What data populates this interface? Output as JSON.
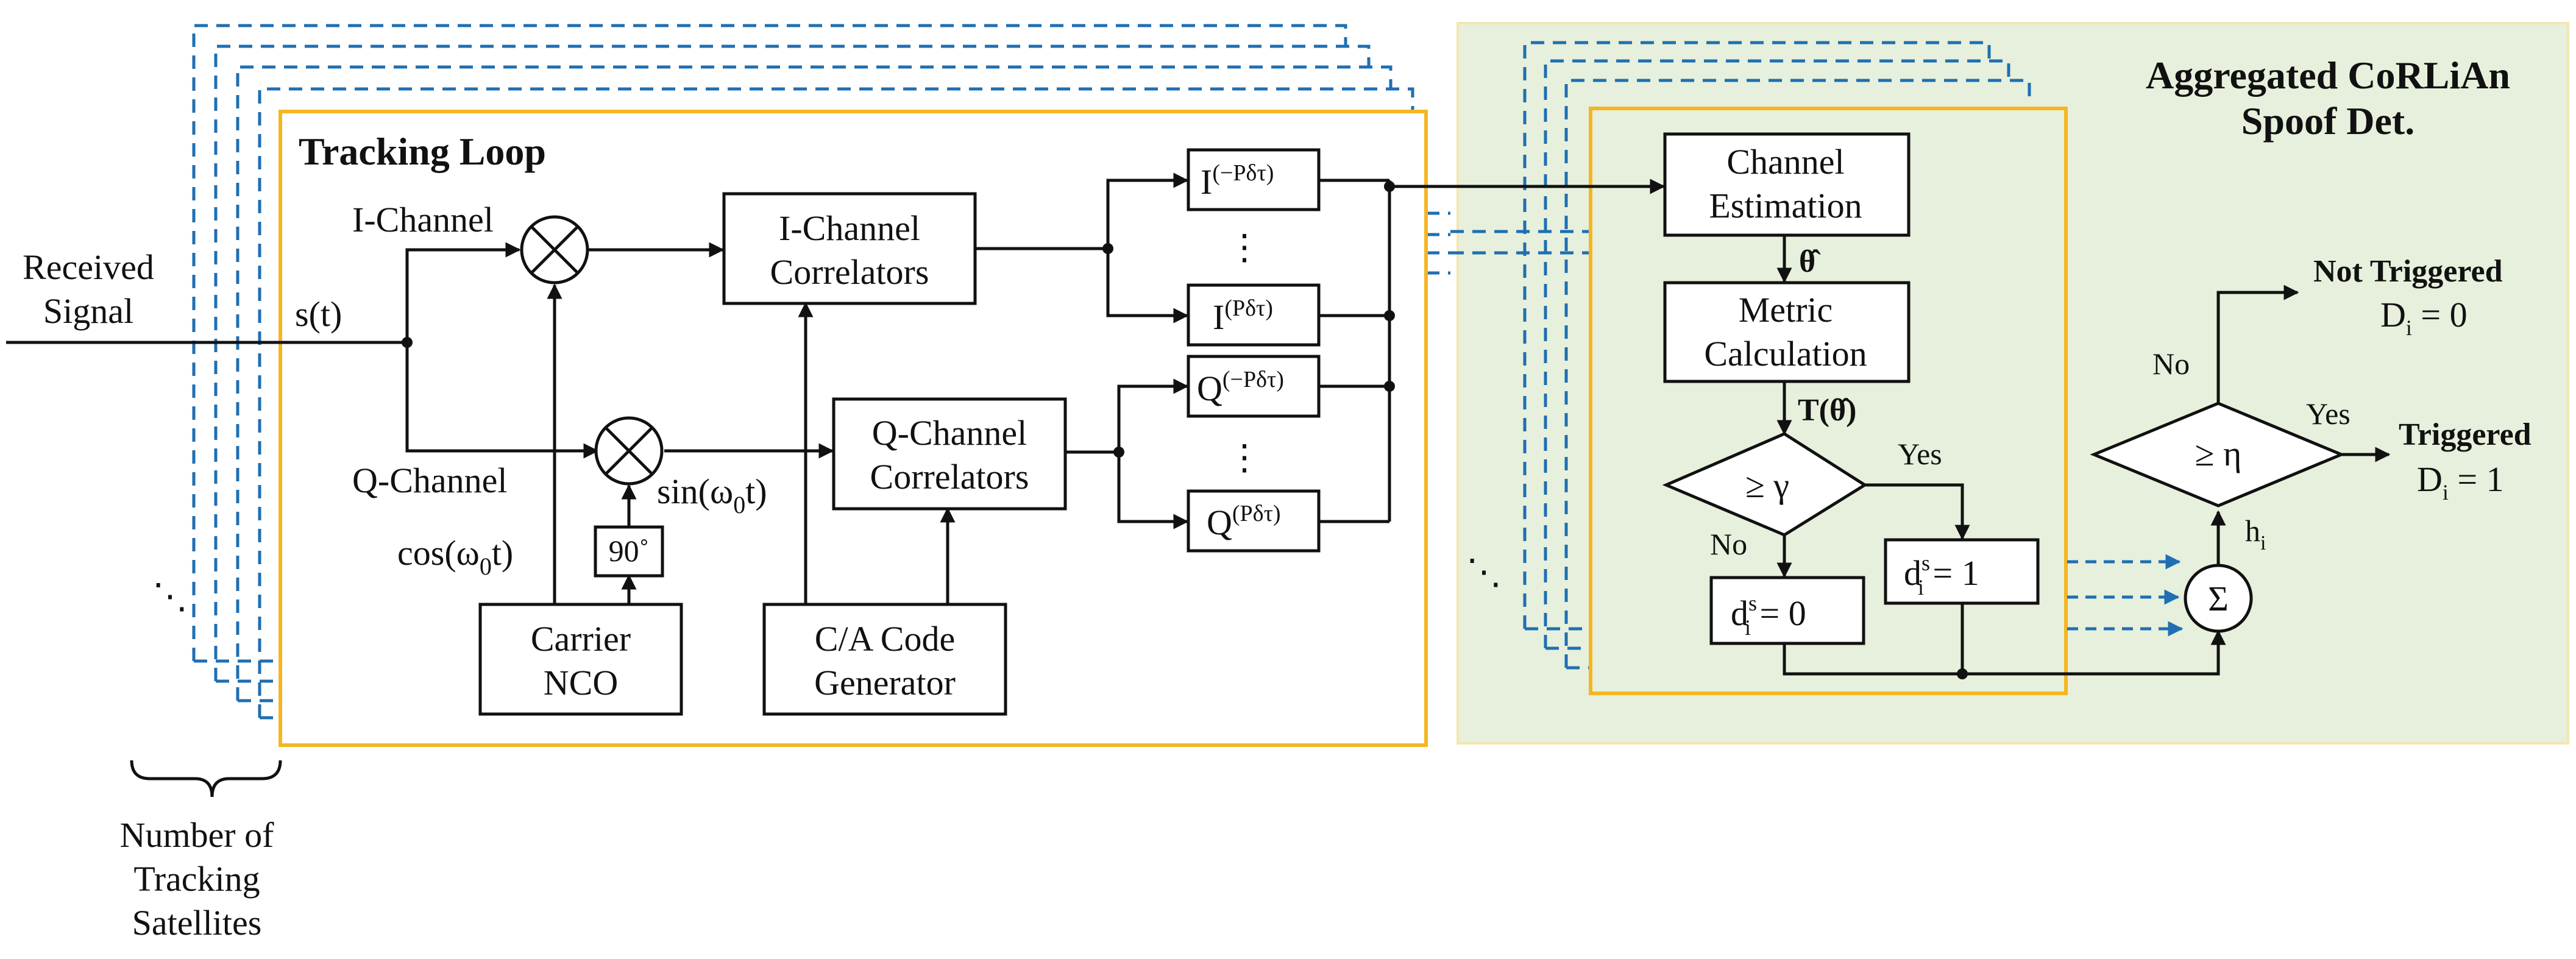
{
  "labels": {
    "received_signal_line1": "Received",
    "received_signal_line2": "Signal",
    "s_t": "s(t)",
    "tracking_loop": "Tracking Loop",
    "i_channel": "I-Channel",
    "q_channel": "Q-Channel",
    "cos": "cos(ω",
    "cos_sub": "0",
    "cos_end": "t)",
    "sin": "sin(ω",
    "sin_sub": "0",
    "sin_end": "t)",
    "ninety": "90˚",
    "carrier_line1": "Carrier",
    "carrier_line2": "NCO",
    "ca_line1": "C/A Code",
    "ca_line2": "Generator",
    "ich_corr_line1": "I-Channel",
    "ich_corr_line2": "Correlators",
    "qch_corr_line1": "Q-Channel",
    "qch_corr_line2": "Correlators",
    "i_minus": "I",
    "i_minus_sup": "(−Pδτ)",
    "i_plus": "I",
    "i_plus_sup": "(Pδτ)",
    "q_minus": "Q",
    "q_minus_sup": "(−Pδτ)",
    "q_plus": "Q",
    "q_plus_sup": "(Pδτ)",
    "vdots": "⋮",
    "num_sat_line1": "Number of",
    "num_sat_line2": "Tracking",
    "num_sat_line3": "Satellites",
    "aggregated_line1": "Aggregated CoRLiAn",
    "aggregated_line2": "Spoof Det.",
    "channel_est_line1": "Channel",
    "channel_est_line2": "Estimation",
    "theta_hat": "θ̂",
    "metric_line1": "Metric",
    "metric_line2": "Calculation",
    "t_theta": "T(θ̂)",
    "gamma": "≥ γ",
    "yes1": "Yes",
    "no1": "No",
    "d_zero": "d",
    "d_zero_sup": "s",
    "d_zero_sub": "i",
    "d_zero_end": " = 0",
    "d_one": "d",
    "d_one_sup": "s",
    "d_one_sub": "i",
    "d_one_end": " = 1",
    "sigma": "Σ",
    "h": "h",
    "h_sub": "i",
    "eta": "≥ η",
    "no2": "No",
    "yes2": "Yes",
    "not_triggered": "Not Triggered",
    "d_not": "D",
    "d_not_sub": "i",
    "d_not_end": " = 0",
    "triggered": "Triggered",
    "d_trig": "D",
    "d_trig_sub": "i",
    "d_trig_end": " = 1",
    "dots_left": "⋱",
    "dots_right": "⋱"
  },
  "colors": {
    "frame": "#f5b622",
    "dashed": "#1f6fb2",
    "panel": "#e6f0dc"
  }
}
